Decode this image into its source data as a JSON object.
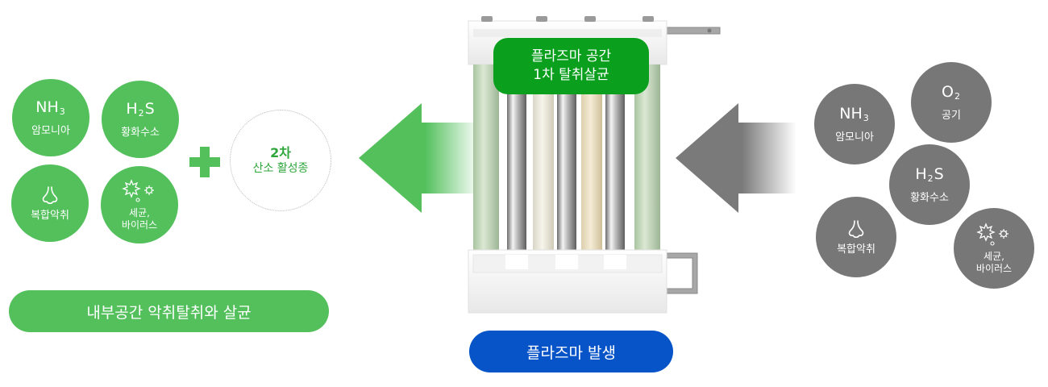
{
  "colors": {
    "green": "#53c05c",
    "dark_green": "#0aa01e",
    "gray": "#777777",
    "blue": "#0753c8"
  },
  "left": {
    "circles": [
      {
        "formula_main": "NH",
        "formula_sub": "3",
        "formula_tail": "",
        "label": "암모니아"
      },
      {
        "formula_main": "H",
        "formula_sub": "2",
        "formula_tail": "S",
        "label": "황화수소"
      },
      {
        "icon": "nose-icon",
        "label": "복합악취"
      },
      {
        "icon": "germ-icon",
        "label": "세균,\n바이러스"
      }
    ],
    "oxygen_title": "2차",
    "oxygen_subtitle": "산소 활성종",
    "banner": "내부공간 악취탈취와 살균"
  },
  "center": {
    "top_label_line1": "플라즈마 공간",
    "top_label_line2": "1차 탈취살균",
    "bottom_label": "플라즈마 발생"
  },
  "right": {
    "circles": [
      {
        "formula_main": "NH",
        "formula_sub": "3",
        "formula_tail": "",
        "label": "암모니아"
      },
      {
        "formula_main": "O",
        "formula_sub": "2",
        "formula_tail": "",
        "label": "공기"
      },
      {
        "formula_main": "H",
        "formula_sub": "2",
        "formula_tail": "S",
        "label": "황화수소"
      },
      {
        "icon": "nose-icon",
        "label": "복합악취"
      },
      {
        "icon": "germ-icon",
        "label": "세균,\n바이러스"
      }
    ]
  }
}
